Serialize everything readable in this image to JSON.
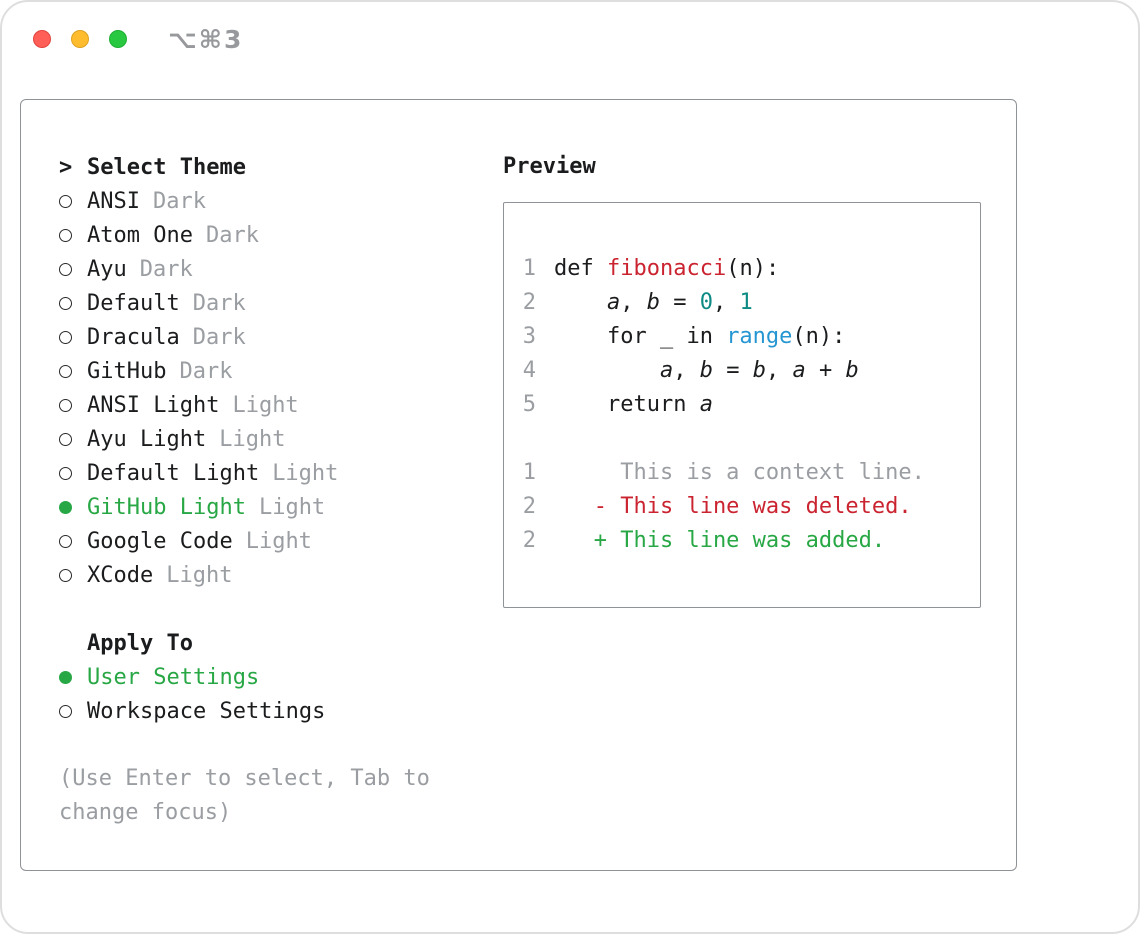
{
  "window": {
    "title": "⌥⌘3"
  },
  "theme_selector": {
    "prompt_marker": ">",
    "title": "Select Theme",
    "items": [
      {
        "name": "ANSI",
        "variant": "Dark",
        "selected": false
      },
      {
        "name": "Atom One",
        "variant": "Dark",
        "selected": false
      },
      {
        "name": "Ayu",
        "variant": "Dark",
        "selected": false
      },
      {
        "name": "Default",
        "variant": "Dark",
        "selected": false
      },
      {
        "name": "Dracula",
        "variant": "Dark",
        "selected": false
      },
      {
        "name": "GitHub",
        "variant": "Dark",
        "selected": false
      },
      {
        "name": "ANSI Light",
        "variant": "Light",
        "selected": false
      },
      {
        "name": "Ayu Light",
        "variant": "Light",
        "selected": false
      },
      {
        "name": "Default Light",
        "variant": "Light",
        "selected": false
      },
      {
        "name": "GitHub Light",
        "variant": "Light",
        "selected": true
      },
      {
        "name": "Google Code",
        "variant": "Light",
        "selected": false
      },
      {
        "name": "XCode",
        "variant": "Light",
        "selected": false
      }
    ],
    "apply_to": {
      "title": "Apply To",
      "options": [
        {
          "label": "User Settings",
          "selected": true
        },
        {
          "label": "Workspace Settings",
          "selected": false
        }
      ]
    },
    "hint": "(Use Enter to select, Tab to change focus)"
  },
  "preview": {
    "title": "Preview",
    "lines": [
      {
        "num": "1",
        "segments": [
          {
            "t": "def ",
            "c": "plain"
          },
          {
            "t": "fibonacci",
            "c": "red"
          },
          {
            "t": "(n):",
            "c": "plain"
          }
        ]
      },
      {
        "num": "2",
        "segments": [
          {
            "t": "    ",
            "c": "plain"
          },
          {
            "t": "a",
            "c": "var"
          },
          {
            "t": ", ",
            "c": "plain"
          },
          {
            "t": "b",
            "c": "var"
          },
          {
            "t": " = ",
            "c": "plain"
          },
          {
            "t": "0",
            "c": "teal"
          },
          {
            "t": ", ",
            "c": "plain"
          },
          {
            "t": "1",
            "c": "teal"
          }
        ]
      },
      {
        "num": "3",
        "segments": [
          {
            "t": "    for _ in ",
            "c": "plain"
          },
          {
            "t": "range",
            "c": "blue"
          },
          {
            "t": "(n):",
            "c": "plain"
          }
        ]
      },
      {
        "num": "4",
        "segments": [
          {
            "t": "        ",
            "c": "plain"
          },
          {
            "t": "a",
            "c": "var"
          },
          {
            "t": ", ",
            "c": "plain"
          },
          {
            "t": "b",
            "c": "var"
          },
          {
            "t": " = ",
            "c": "plain"
          },
          {
            "t": "b",
            "c": "var"
          },
          {
            "t": ", ",
            "c": "plain"
          },
          {
            "t": "a",
            "c": "var"
          },
          {
            "t": " + ",
            "c": "plain"
          },
          {
            "t": "b",
            "c": "var"
          }
        ]
      },
      {
        "num": "5",
        "segments": [
          {
            "t": "    return ",
            "c": "plain"
          },
          {
            "t": "a",
            "c": "var"
          }
        ]
      },
      {
        "num": "",
        "segments": []
      },
      {
        "num": "1",
        "segments": [
          {
            "t": "     This is a context line.",
            "c": "gray"
          }
        ]
      },
      {
        "num": "2",
        "segments": [
          {
            "t": "   - This line was deleted.",
            "c": "red"
          }
        ]
      },
      {
        "num": "2",
        "segments": [
          {
            "t": "   + This line was added.",
            "c": "green"
          }
        ]
      }
    ]
  },
  "colors": {
    "ink": "#1b1c1e",
    "gray": "#9a9da1",
    "green": "#28a745",
    "red": "#cb2431",
    "blue": "#2596d1",
    "teal": "#0d8a83",
    "border": "#8f9296",
    "page_border": "#dedede",
    "title_gray": "#97999c",
    "tl_red": "#ff5f57",
    "tl_red_border": "#e0443e",
    "tl_yellow": "#febc2e",
    "tl_yellow_border": "#dea123",
    "tl_green": "#28c840",
    "tl_green_border": "#1faf34"
  }
}
